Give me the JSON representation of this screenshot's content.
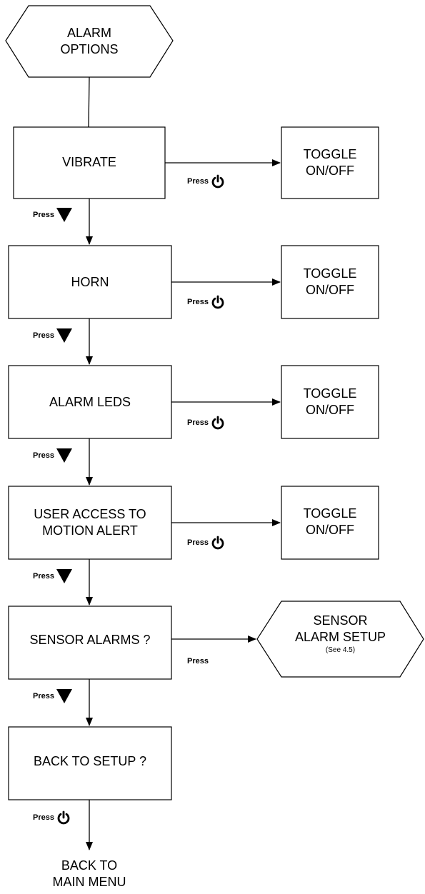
{
  "start": {
    "line1": "ALARM",
    "line2": "OPTIONS"
  },
  "states": [
    {
      "line1": "VIBRATE",
      "line2": ""
    },
    {
      "line1": "HORN",
      "line2": ""
    },
    {
      "line1": "ALARM LEDS",
      "line2": ""
    },
    {
      "line1": "USER ACCESS TO",
      "line2": "MOTION ALERT"
    },
    {
      "line1": "SENSOR ALARMS ?",
      "line2": ""
    },
    {
      "line1": "BACK TO SETUP ?",
      "line2": ""
    }
  ],
  "actions": [
    {
      "line1": "TOGGLE",
      "line2": "ON/OFF"
    },
    {
      "line1": "TOGGLE",
      "line2": "ON/OFF"
    },
    {
      "line1": "TOGGLE",
      "line2": "ON/OFF"
    },
    {
      "line1": "TOGGLE",
      "line2": "ON/OFF"
    }
  ],
  "sensor_setup": {
    "line1": "SENSOR",
    "line2": "ALARM SETUP",
    "note": "(See 4.5)"
  },
  "end": {
    "line1": "BACK TO",
    "line2": "MAIN MENU"
  },
  "press_label": "Press",
  "icons": {
    "down": "down-triangle-icon",
    "power": "power-icon"
  }
}
